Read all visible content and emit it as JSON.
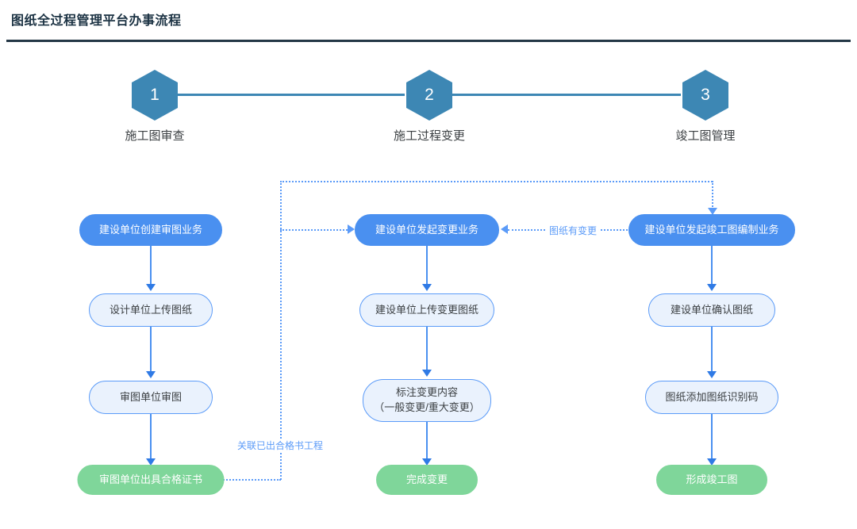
{
  "page": {
    "title": "图纸全过程管理平台办事流程"
  },
  "steps": [
    {
      "number": "1",
      "label": "施工图审查"
    },
    {
      "number": "2",
      "label": "施工过程变更"
    },
    {
      "number": "3",
      "label": "竣工图管理"
    }
  ],
  "columns": [
    {
      "name": "construction-drawing-review",
      "nodes": [
        {
          "type": "start",
          "label": "建设单位创建审图业务"
        },
        {
          "type": "step",
          "label": "设计单位上传图纸"
        },
        {
          "type": "step",
          "label": "审图单位审图"
        },
        {
          "type": "end",
          "label": "审图单位出具合格证书"
        }
      ]
    },
    {
      "name": "construction-change",
      "nodes": [
        {
          "type": "start",
          "label": "建设单位发起变更业务"
        },
        {
          "type": "step",
          "label": "建设单位上传变更图纸"
        },
        {
          "type": "step",
          "label_line1": "标注变更内容",
          "label_line2": "（一般变更/重大变更）"
        },
        {
          "type": "end",
          "label": "完成变更"
        }
      ]
    },
    {
      "name": "as-built-drawing-management",
      "nodes": [
        {
          "type": "start",
          "label": "建设单位发起竣工图编制业务"
        },
        {
          "type": "step",
          "label": "建设单位确认图纸"
        },
        {
          "type": "step",
          "label": "图纸添加图纸识别码"
        },
        {
          "type": "end",
          "label": "形成竣工图"
        }
      ]
    }
  ],
  "edge_labels": {
    "drawing_changed": "图纸有变更",
    "link_certified_project": "关联已出合格书工程"
  },
  "colors": {
    "title_text": "#1b3243",
    "rule": "#243746",
    "hexagon": "#3d87b4",
    "start_node": "#4a90f0",
    "step_node_fill": "#eaf2fd",
    "step_node_border": "#5b9bf8",
    "end_node": "#7fd69a",
    "connector": "#4a90f0",
    "edge_label_text": "#5b9bf8"
  }
}
